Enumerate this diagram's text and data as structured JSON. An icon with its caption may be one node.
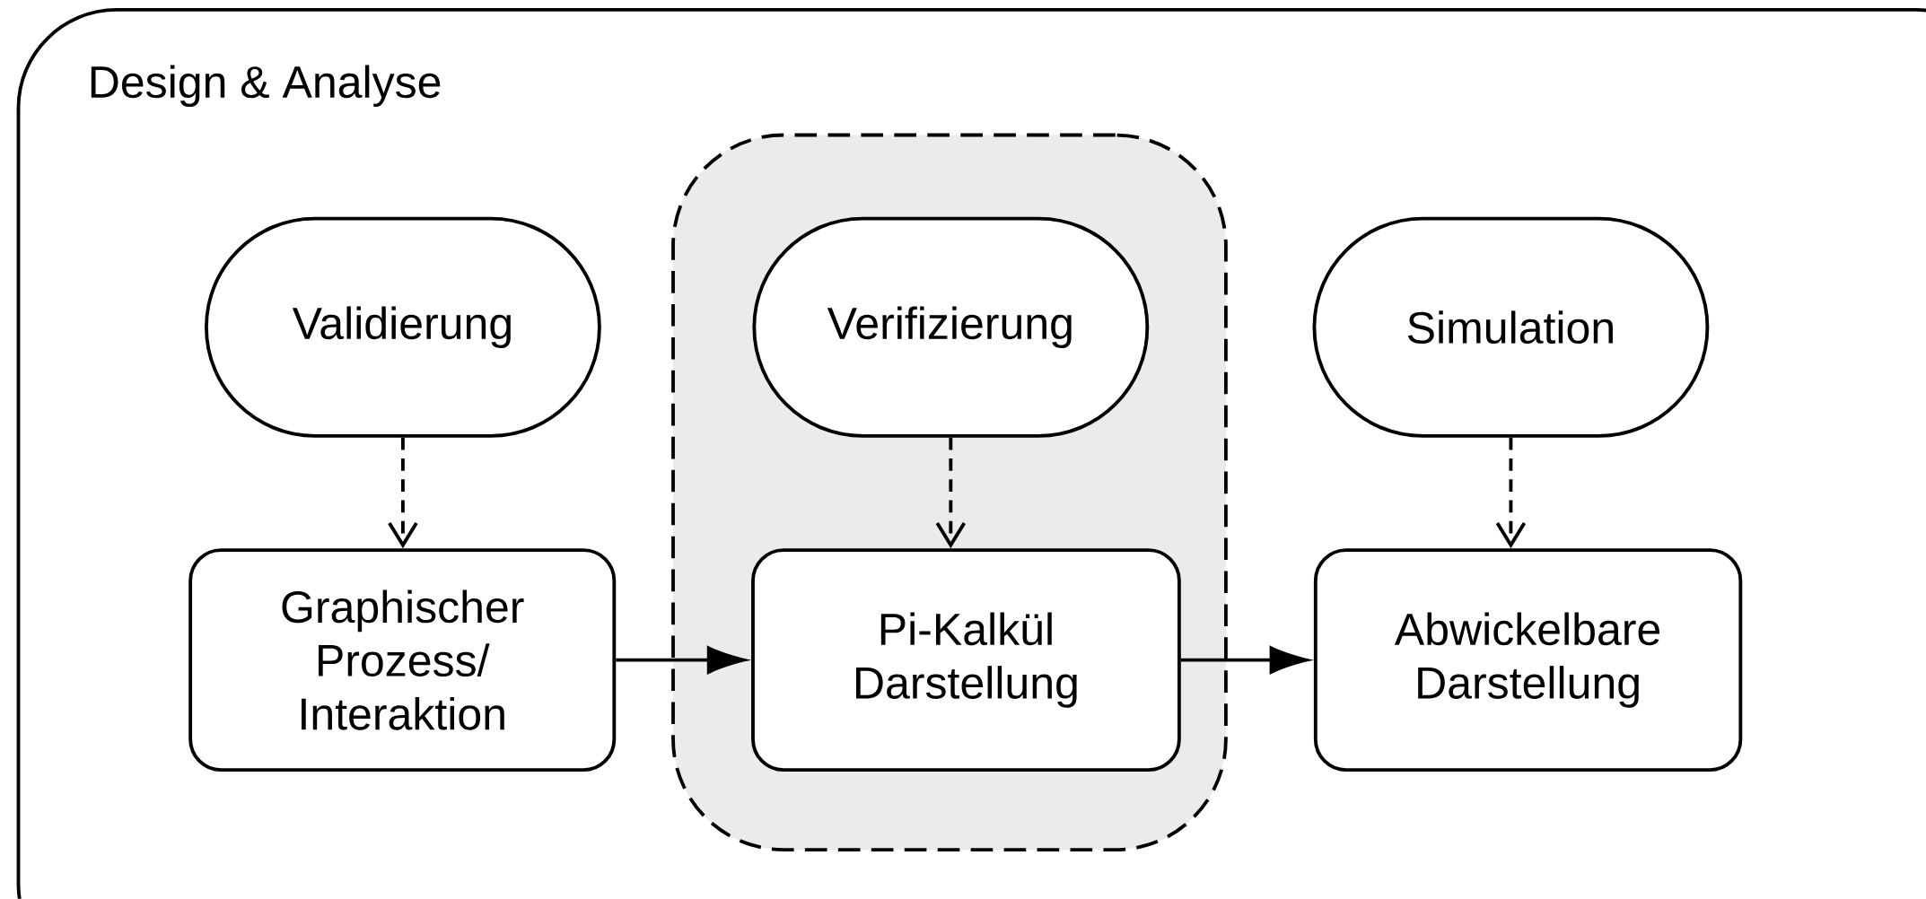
{
  "diagram": {
    "nodes": [
      {
        "text": [
          "Design & Analyse"
        ]
      },
      {
        "text": [],
        "shape": "box",
        "in": 0
      },
      {
        "text": [
          "Validierung"
        ],
        "in": 0
      },
      {
        "text": [
          "Verifizierung"
        ],
        "in": 1
      },
      {
        "text": [
          "Simulation"
        ],
        "in": 0
      },
      {
        "text": [
          "Graphischer Prozess/ Interaktion"
        ],
        "in": 0
      },
      {
        "text": [
          "Pi-Kalkül Darstellung"
        ],
        "in": 1
      },
      {
        "text": [
          "Abwickelbare Darstellung"
        ],
        "in": 0
      }
    ],
    "edges": [
      {
        "from": 2,
        "to": 5,
        "arrow": "to",
        "style": "dashed"
      },
      {
        "from": 3,
        "to": 6,
        "arrow": "to",
        "style": "dashed"
      },
      {
        "from": 4,
        "to": 7,
        "arrow": "to",
        "style": "dashed"
      },
      {
        "from": 5,
        "to": 6,
        "arrow": "to"
      },
      {
        "from": 6,
        "to": 7,
        "arrow": "to"
      }
    ]
  }
}
